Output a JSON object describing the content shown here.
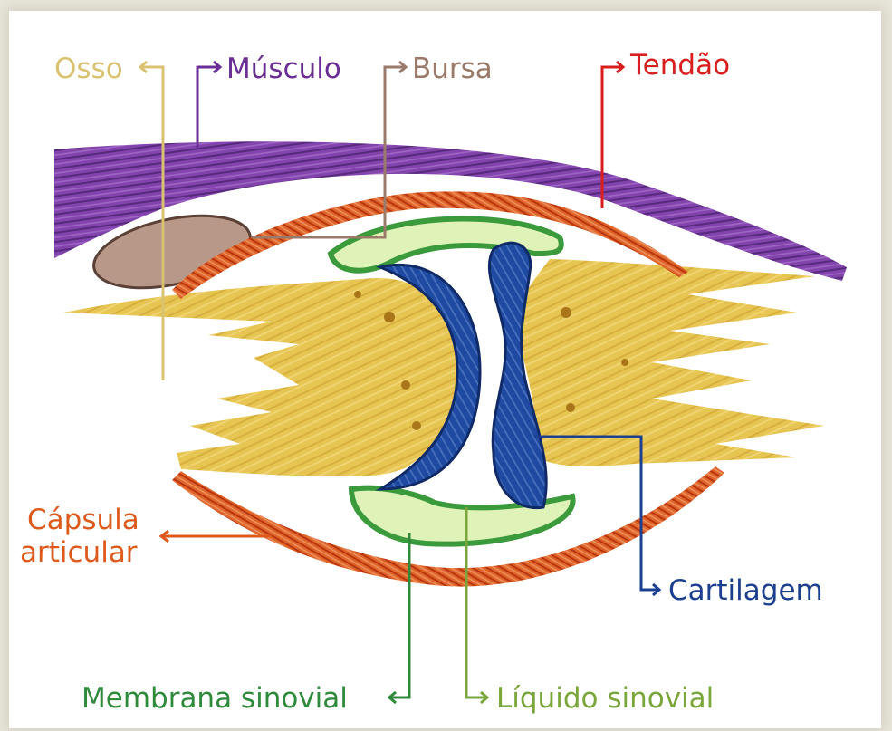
{
  "labels": {
    "osso": "Osso",
    "musculo": "Músculo",
    "bursa": "Bursa",
    "tendao": "Tendão",
    "capsula_line1": "Cápsula",
    "capsula_line2": "articular",
    "cartilagem": "Cartilagem",
    "membrana": "Membrana sinovial",
    "liquido": "Líquido sinovial"
  },
  "colors": {
    "osso": "#d9c270",
    "musculo": "#6a2e95",
    "bursa": "#9a7a6a",
    "tendao": "#d81f1f",
    "capsula": "#dd5a1c",
    "cartilagem": "#1d3f8f",
    "membrana": "#2f8a3c",
    "liquido": "#7aa63c"
  }
}
